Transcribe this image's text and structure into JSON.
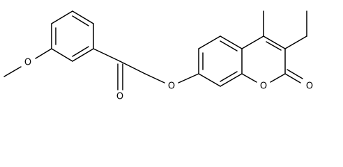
{
  "molecule": {
    "atoms": {
      "methoxy_o": "O",
      "ketone_o": "O",
      "ether_o": "O",
      "ring_o": "O",
      "lactone_o": "O"
    }
  },
  "colors": {
    "bond": "#000000",
    "label": "#000000",
    "background": "#ffffff"
  }
}
